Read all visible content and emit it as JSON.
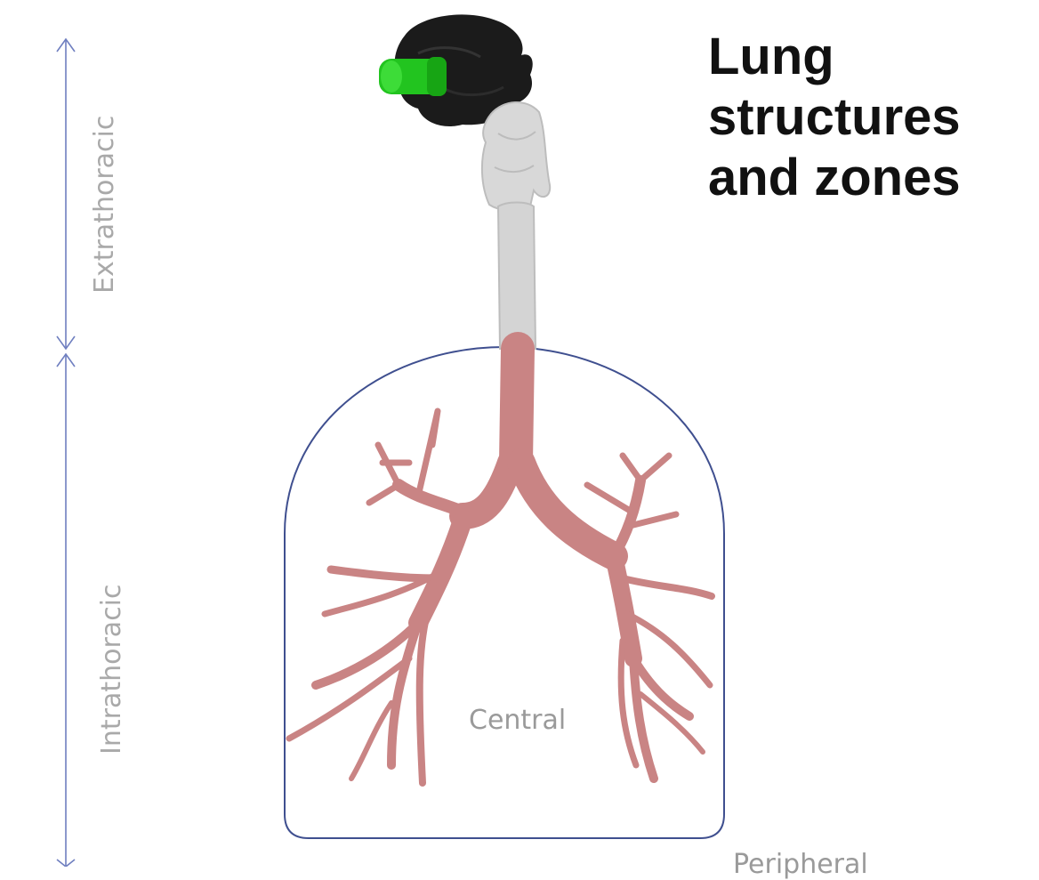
{
  "title": {
    "line1": "Lung",
    "line2": "structures",
    "line3": "and zones"
  },
  "zones": {
    "extrathoracic": "Extrathoracic",
    "intrathoracic": "Intrathoracic",
    "central": "Central",
    "peripheral": "Peripheral"
  },
  "colors": {
    "boundary": "#3f4f8f",
    "airway_lower": "#c98484",
    "airway_upper": "#d4d4d4",
    "mouthpiece": "#22c41f",
    "head": "#1b1b1b"
  }
}
